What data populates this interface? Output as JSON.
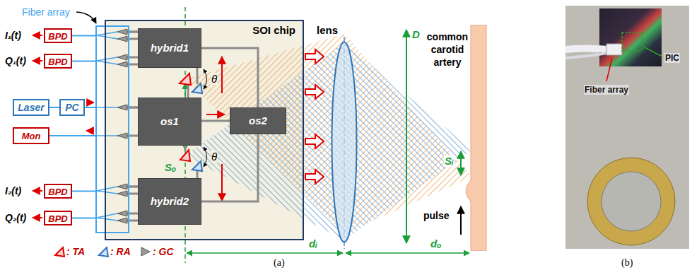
{
  "diagram": {
    "nodes": [
      {
        "text": [
          "Fiber array"
        ]
      },
      {
        "text": [
          "BPD"
        ]
      },
      {
        "text": [
          "BPD"
        ]
      },
      {
        "text": [
          "Laser"
        ]
      },
      {
        "text": [
          "PC"
        ]
      },
      {
        "text": [
          "Mon"
        ]
      },
      {
        "text": [
          "BPD"
        ]
      },
      {
        "text": [
          "BPD"
        ]
      },
      {
        "text": [
          "SOI chip"
        ]
      },
      {
        "text": [
          "hybrid1"
        ],
        "in": 8
      },
      {
        "text": [
          "os1"
        ],
        "in": 8
      },
      {
        "text": [
          "os2"
        ],
        "in": 8
      },
      {
        "text": [
          "hybrid2"
        ],
        "in": 8
      },
      {
        "text": [
          "lens"
        ]
      },
      {
        "text": [
          "common carotid artery"
        ]
      }
    ],
    "edges": [
      {
        "from": 0,
        "to": 1,
        "arrow": "none"
      },
      {
        "from": 0,
        "to": 2,
        "arrow": "none"
      },
      {
        "from": 3,
        "to": 4,
        "arrow": "none"
      },
      {
        "from": 4,
        "to": 0,
        "arrow": "none"
      },
      {
        "from": 0,
        "to": 5,
        "arrow": "none"
      },
      {
        "from": 0,
        "to": 6,
        "arrow": "none"
      },
      {
        "from": 0,
        "to": 7,
        "arrow": "none"
      },
      {
        "from": 0,
        "to": 9,
        "arrow": "none"
      },
      {
        "from": 0,
        "to": 10,
        "arrow": "none"
      },
      {
        "from": 0,
        "to": 12,
        "arrow": "none"
      },
      {
        "from": 10,
        "to": 11,
        "arrow": "none"
      },
      {
        "from": 11,
        "to": 9,
        "arrow": "none"
      },
      {
        "from": 11,
        "to": 12,
        "arrow": "none"
      }
    ],
    "labels": [
      "I₁(t)",
      "Q₁(t)",
      "I₂(t)",
      "Q₂(t)",
      "θ",
      "θ",
      "Sₒ",
      "D",
      "Sᵢ",
      "pulse",
      "dᵢ",
      "dₒ",
      "(a)",
      "(b)",
      "PIC",
      "Fiber array"
    ],
    "legend": [
      {
        "text": ": TA"
      },
      {
        "text": ": RA"
      },
      {
        "text": ": GC"
      }
    ]
  }
}
